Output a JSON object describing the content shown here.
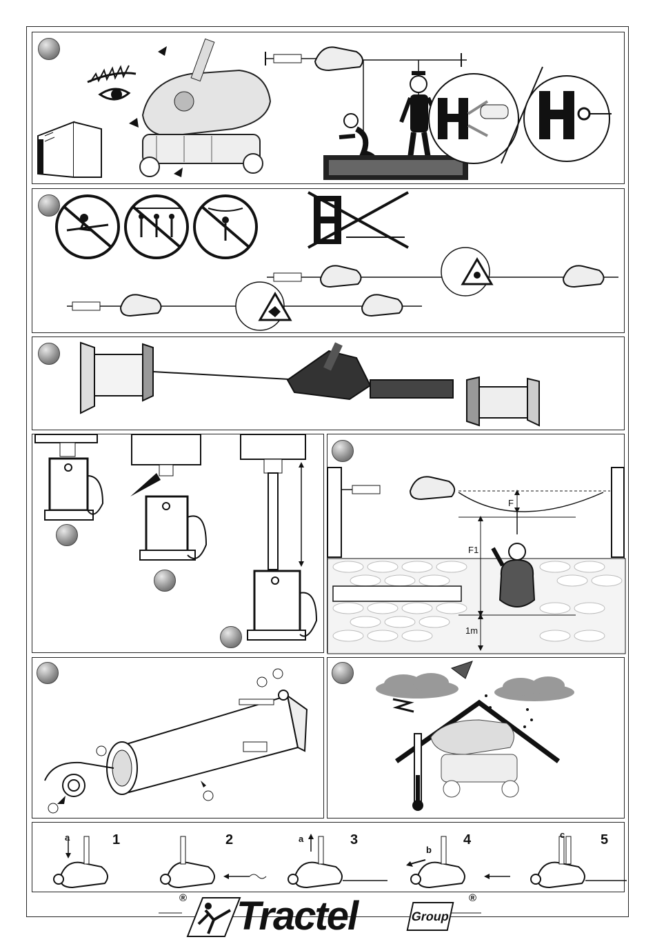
{
  "steps": [
    {
      "num": "1",
      "sub": "a"
    },
    {
      "num": "2",
      "sub": ""
    },
    {
      "num": "3",
      "sub": "a"
    },
    {
      "num": "4",
      "sub": "b"
    },
    {
      "num": "5",
      "sub": "c"
    }
  ],
  "fall_diagram": {
    "f_label": "F",
    "f1_label": "F1",
    "clearance_label": "1m"
  },
  "brand": {
    "name": "Tractel",
    "group": "Group",
    "registered": "®"
  },
  "colors": {
    "ink": "#111111",
    "ball": "#8a8a8a",
    "grey": "#bdbdbd"
  }
}
